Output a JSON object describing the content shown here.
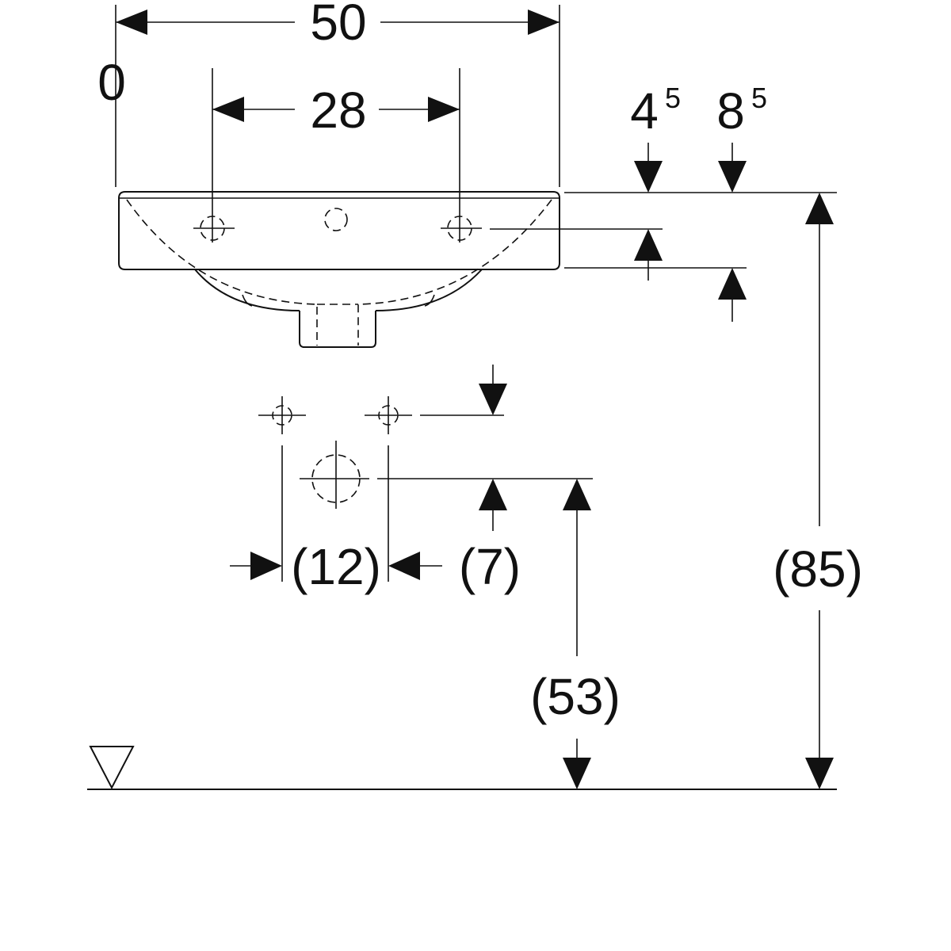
{
  "dimensions": {
    "width_total": "50",
    "tap_hole_spacing": "28",
    "depth_a_main": "4",
    "depth_a_sup": "5",
    "depth_b_main": "8",
    "depth_b_sup": "5",
    "waste_offset_left": "(12)",
    "waste_offset_right": "(7)",
    "waste_height": "(53)",
    "rim_height": "(85)",
    "floor_level": "0"
  }
}
